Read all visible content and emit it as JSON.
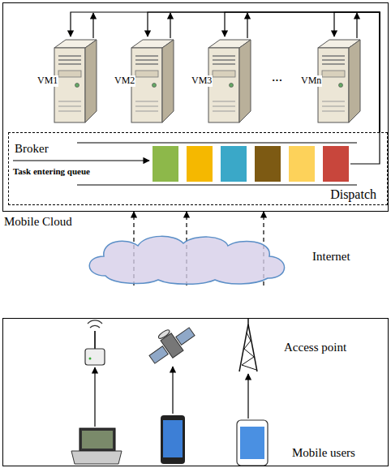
{
  "diagram": {
    "nodes": [
      {
        "text": [
          "Mobile Cloud"
        ]
      },
      {
        "text": [
          "VM1"
        ],
        "in": 0
      },
      {
        "text": [
          "VM2"
        ],
        "in": 0
      },
      {
        "text": [
          "VM3"
        ],
        "in": 0
      },
      {
        "text": [
          "VMn"
        ],
        "in": 0
      },
      {
        "text": [
          "Broker",
          "Task entering queue",
          "Dispatch"
        ],
        "in": 0
      },
      {
        "text": [
          "Internet"
        ]
      },
      {
        "text": [
          "Access point",
          "Mobile users"
        ]
      }
    ],
    "edges": [
      {
        "from": 5,
        "to": 1,
        "arrow": "to"
      },
      {
        "from": 5,
        "to": 2,
        "arrow": "to"
      },
      {
        "from": 5,
        "to": 3,
        "arrow": "to"
      },
      {
        "from": 5,
        "to": 4,
        "arrow": "to"
      },
      {
        "from": 6,
        "to": 0,
        "arrow": "to"
      },
      {
        "from": 6,
        "to": 0,
        "arrow": "to"
      },
      {
        "from": 6,
        "to": 0,
        "arrow": "to"
      }
    ],
    "labels": [
      "···"
    ]
  }
}
